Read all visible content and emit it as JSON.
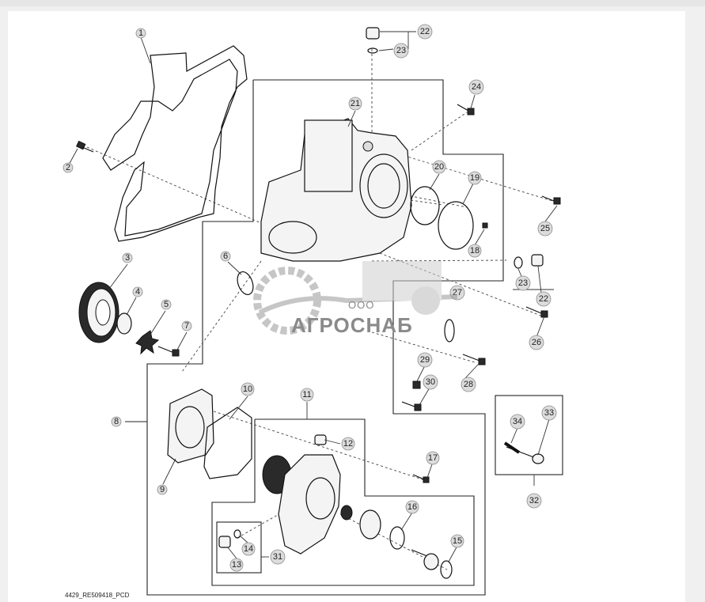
{
  "reference_code": "4429_RE509418_PCD",
  "watermark": {
    "company": "ООО",
    "name": "АГРОСНАБ"
  },
  "callouts": [
    {
      "n": "1"
    },
    {
      "n": "2"
    },
    {
      "n": "3"
    },
    {
      "n": "4"
    },
    {
      "n": "5"
    },
    {
      "n": "6"
    },
    {
      "n": "7"
    },
    {
      "n": "8"
    },
    {
      "n": "9"
    },
    {
      "n": "10"
    },
    {
      "n": "11"
    },
    {
      "n": "12"
    },
    {
      "n": "13"
    },
    {
      "n": "14"
    },
    {
      "n": "15"
    },
    {
      "n": "16"
    },
    {
      "n": "17"
    },
    {
      "n": "18"
    },
    {
      "n": "19"
    },
    {
      "n": "20"
    },
    {
      "n": "21"
    },
    {
      "n": "22"
    },
    {
      "n": "22"
    },
    {
      "n": "23"
    },
    {
      "n": "23"
    },
    {
      "n": "24"
    },
    {
      "n": "25"
    },
    {
      "n": "26"
    },
    {
      "n": "27"
    },
    {
      "n": "28"
    },
    {
      "n": "29"
    },
    {
      "n": "30"
    },
    {
      "n": "31"
    },
    {
      "n": "32"
    },
    {
      "n": "33"
    },
    {
      "n": "34"
    }
  ],
  "colors": {
    "line": "#111111",
    "callout_fill": "#dcdcdc",
    "watermark": "#8a8a8a"
  }
}
